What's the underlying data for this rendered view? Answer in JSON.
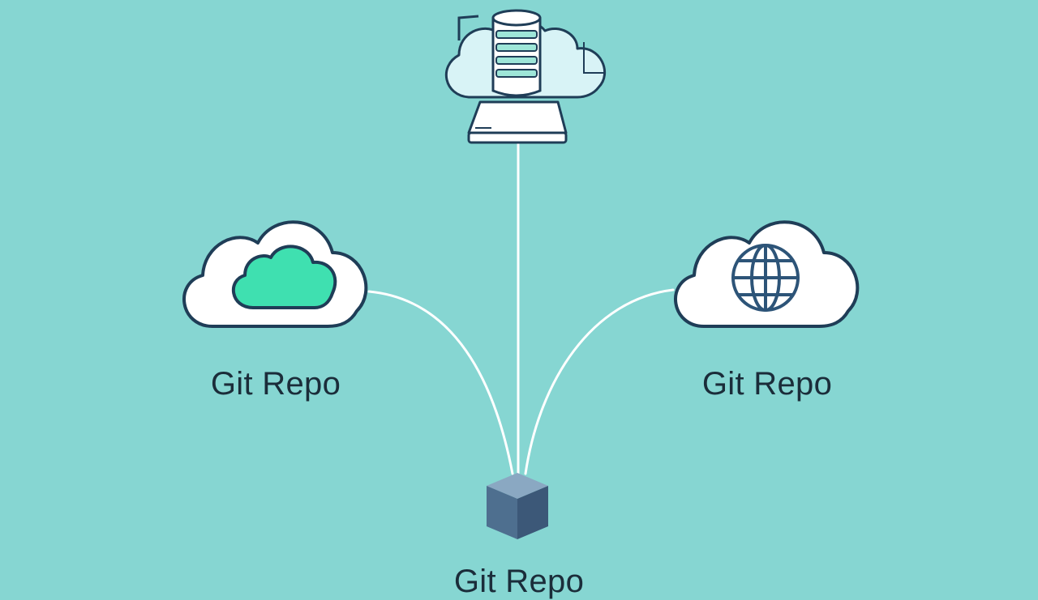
{
  "diagram": {
    "nodes": [
      {
        "id": "server",
        "icon": "database-cloud-server-icon"
      },
      {
        "id": "left-repo",
        "icon": "cloud-icon",
        "label": "Git Repo"
      },
      {
        "id": "right-repo",
        "icon": "globe-cloud-icon",
        "label": "Git Repo"
      },
      {
        "id": "local-repo",
        "icon": "cube-icon",
        "label": "Git Repo"
      }
    ],
    "edges": [
      {
        "from": "server",
        "to": "local-repo"
      },
      {
        "from": "left-repo",
        "to": "local-repo"
      },
      {
        "from": "right-repo",
        "to": "local-repo"
      }
    ]
  },
  "colors": {
    "background": "#86d6d2",
    "outline": "#1f3d57",
    "cloud_fill": "#ffffff",
    "accent_cloud": "#3fe0b0",
    "globe": "#2d5478",
    "cube": "#4e6f8f",
    "connector": "#ffffff"
  }
}
